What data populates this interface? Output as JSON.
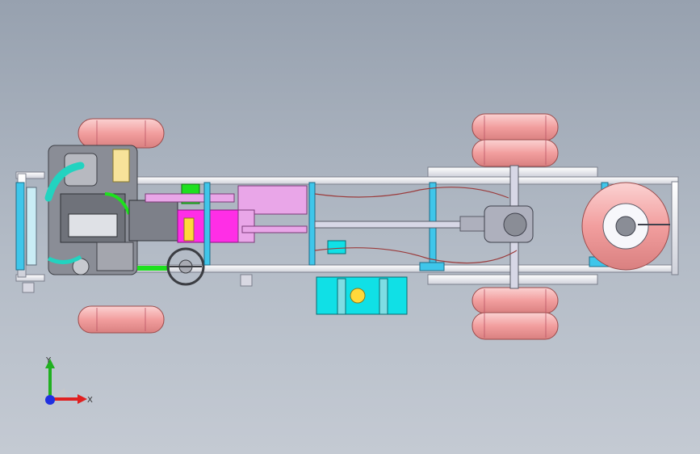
{
  "viewport": {
    "background_top": "#97a1af",
    "background_bottom": "#c4cad3"
  },
  "model": {
    "name": "truck-chassis-assembly",
    "colors": {
      "frame": "#e8e8ef",
      "frame_edge": "#7b7f8c",
      "tire": "#f1a3a3",
      "tire_edge": "#9b4a4a",
      "crossmember": "#3fc6ea",
      "transmission": "#ff2ee6",
      "cab_mount": "#e9a6e8",
      "fuel_tank": "#10e0e6",
      "axle": "#d7d7e6",
      "engine": "#8a8d96",
      "hose": "#22d3c0",
      "green_part": "#1ee01e"
    }
  },
  "triad": {
    "y_label": "Y",
    "x_label": "X",
    "y_color": "#20b020",
    "x_color": "#e02020",
    "z_color": "#2030e0"
  }
}
